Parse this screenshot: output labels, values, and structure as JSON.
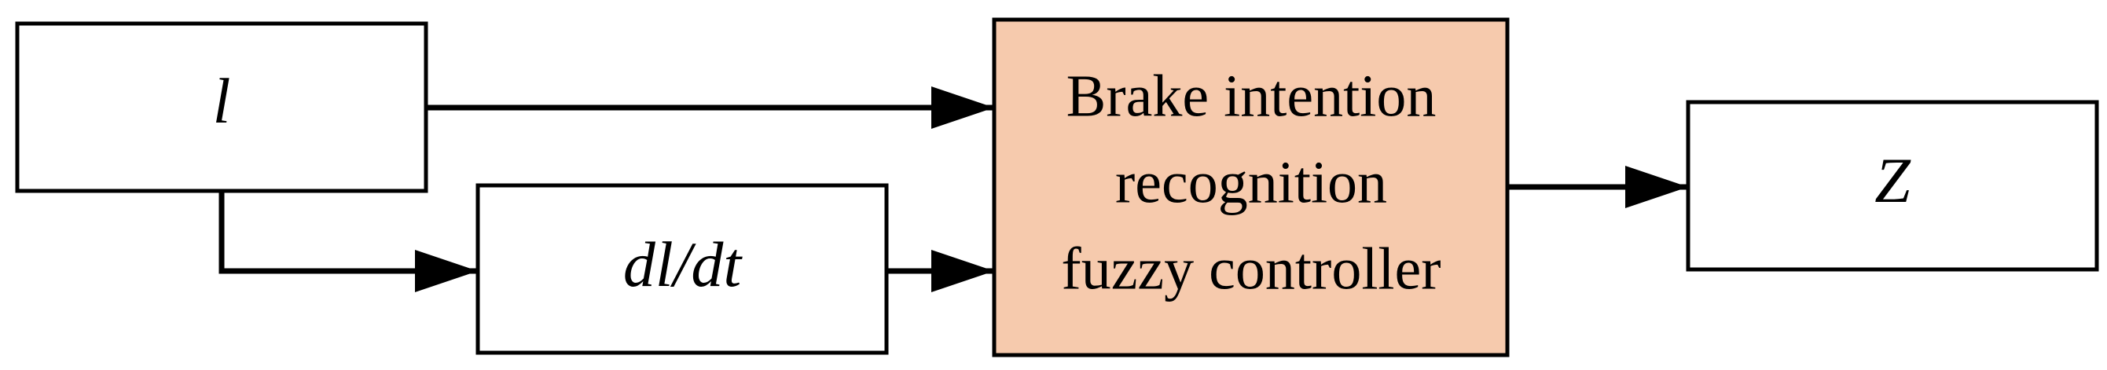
{
  "diagram": {
    "input_box": {
      "label": "l"
    },
    "derivative_box": {
      "label": "dl/dt"
    },
    "controller_box": {
      "lines": [
        "Brake intention",
        "recognition",
        "fuzzy controller"
      ],
      "fill_color": "#F6CAAD"
    },
    "output_box": {
      "label": "Z"
    }
  }
}
